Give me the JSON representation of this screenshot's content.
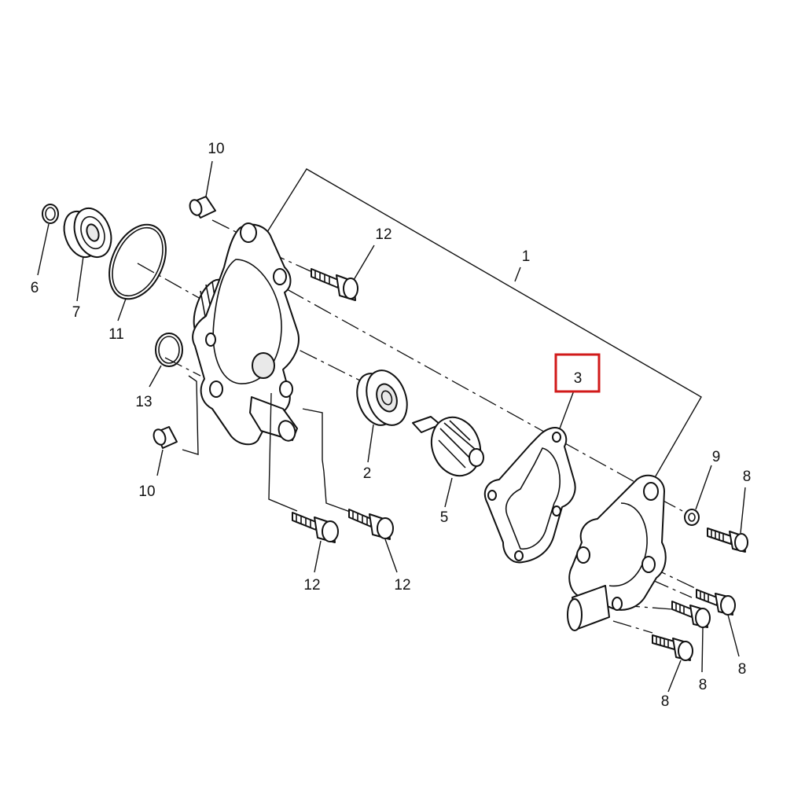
{
  "callouts": {
    "c1": "1",
    "c2": "2",
    "c3": "3",
    "c5": "5",
    "c6": "6",
    "c7": "7",
    "c8a": "8",
    "c8b": "8",
    "c8c": "8",
    "c8d": "8",
    "c9": "9",
    "c10a": "10",
    "c10b": "10",
    "c11": "11",
    "c12a": "12",
    "c12b": "12",
    "c12c": "12",
    "c13": "13"
  },
  "highlight": {
    "callout": "3",
    "color": "#d11a1a"
  }
}
